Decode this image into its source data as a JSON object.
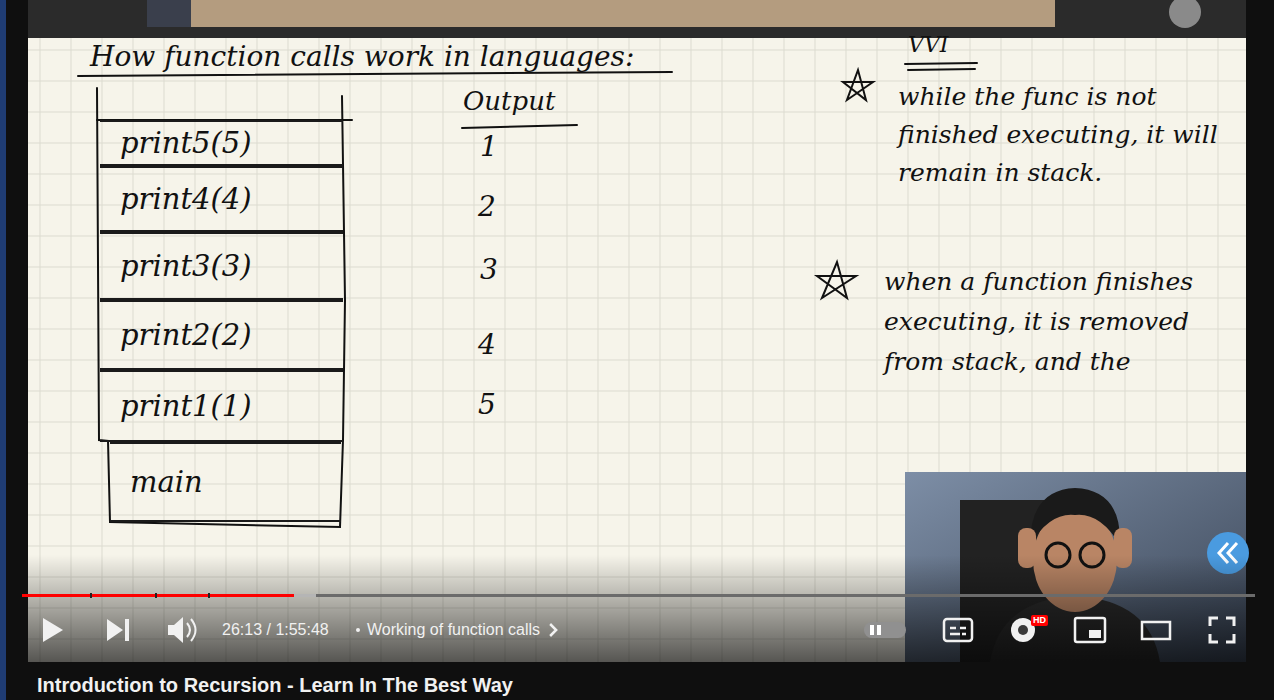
{
  "diagram": {
    "title": "How function calls work in languages:",
    "nodes": [
      {
        "text": [
          "print5(5)"
        ]
      },
      {
        "text": [
          "print4(4)"
        ]
      },
      {
        "text": [
          "print3(3)"
        ]
      },
      {
        "text": [
          "print2(2)"
        ]
      },
      {
        "text": [
          "print1(1)"
        ]
      },
      {
        "text": [
          "main"
        ]
      }
    ],
    "labels": [
      "Output",
      "1",
      "2",
      "3",
      "4",
      "5",
      "VVI",
      "while the func is not finished executing, it will remain in stack.",
      "when a function finishes executing, it is removed from stack, and the",
      "26:13 / 1:55:48",
      "Working of function calls",
      "HD",
      "Introduction to Recursion - Learn In The Best Way"
    ]
  }
}
